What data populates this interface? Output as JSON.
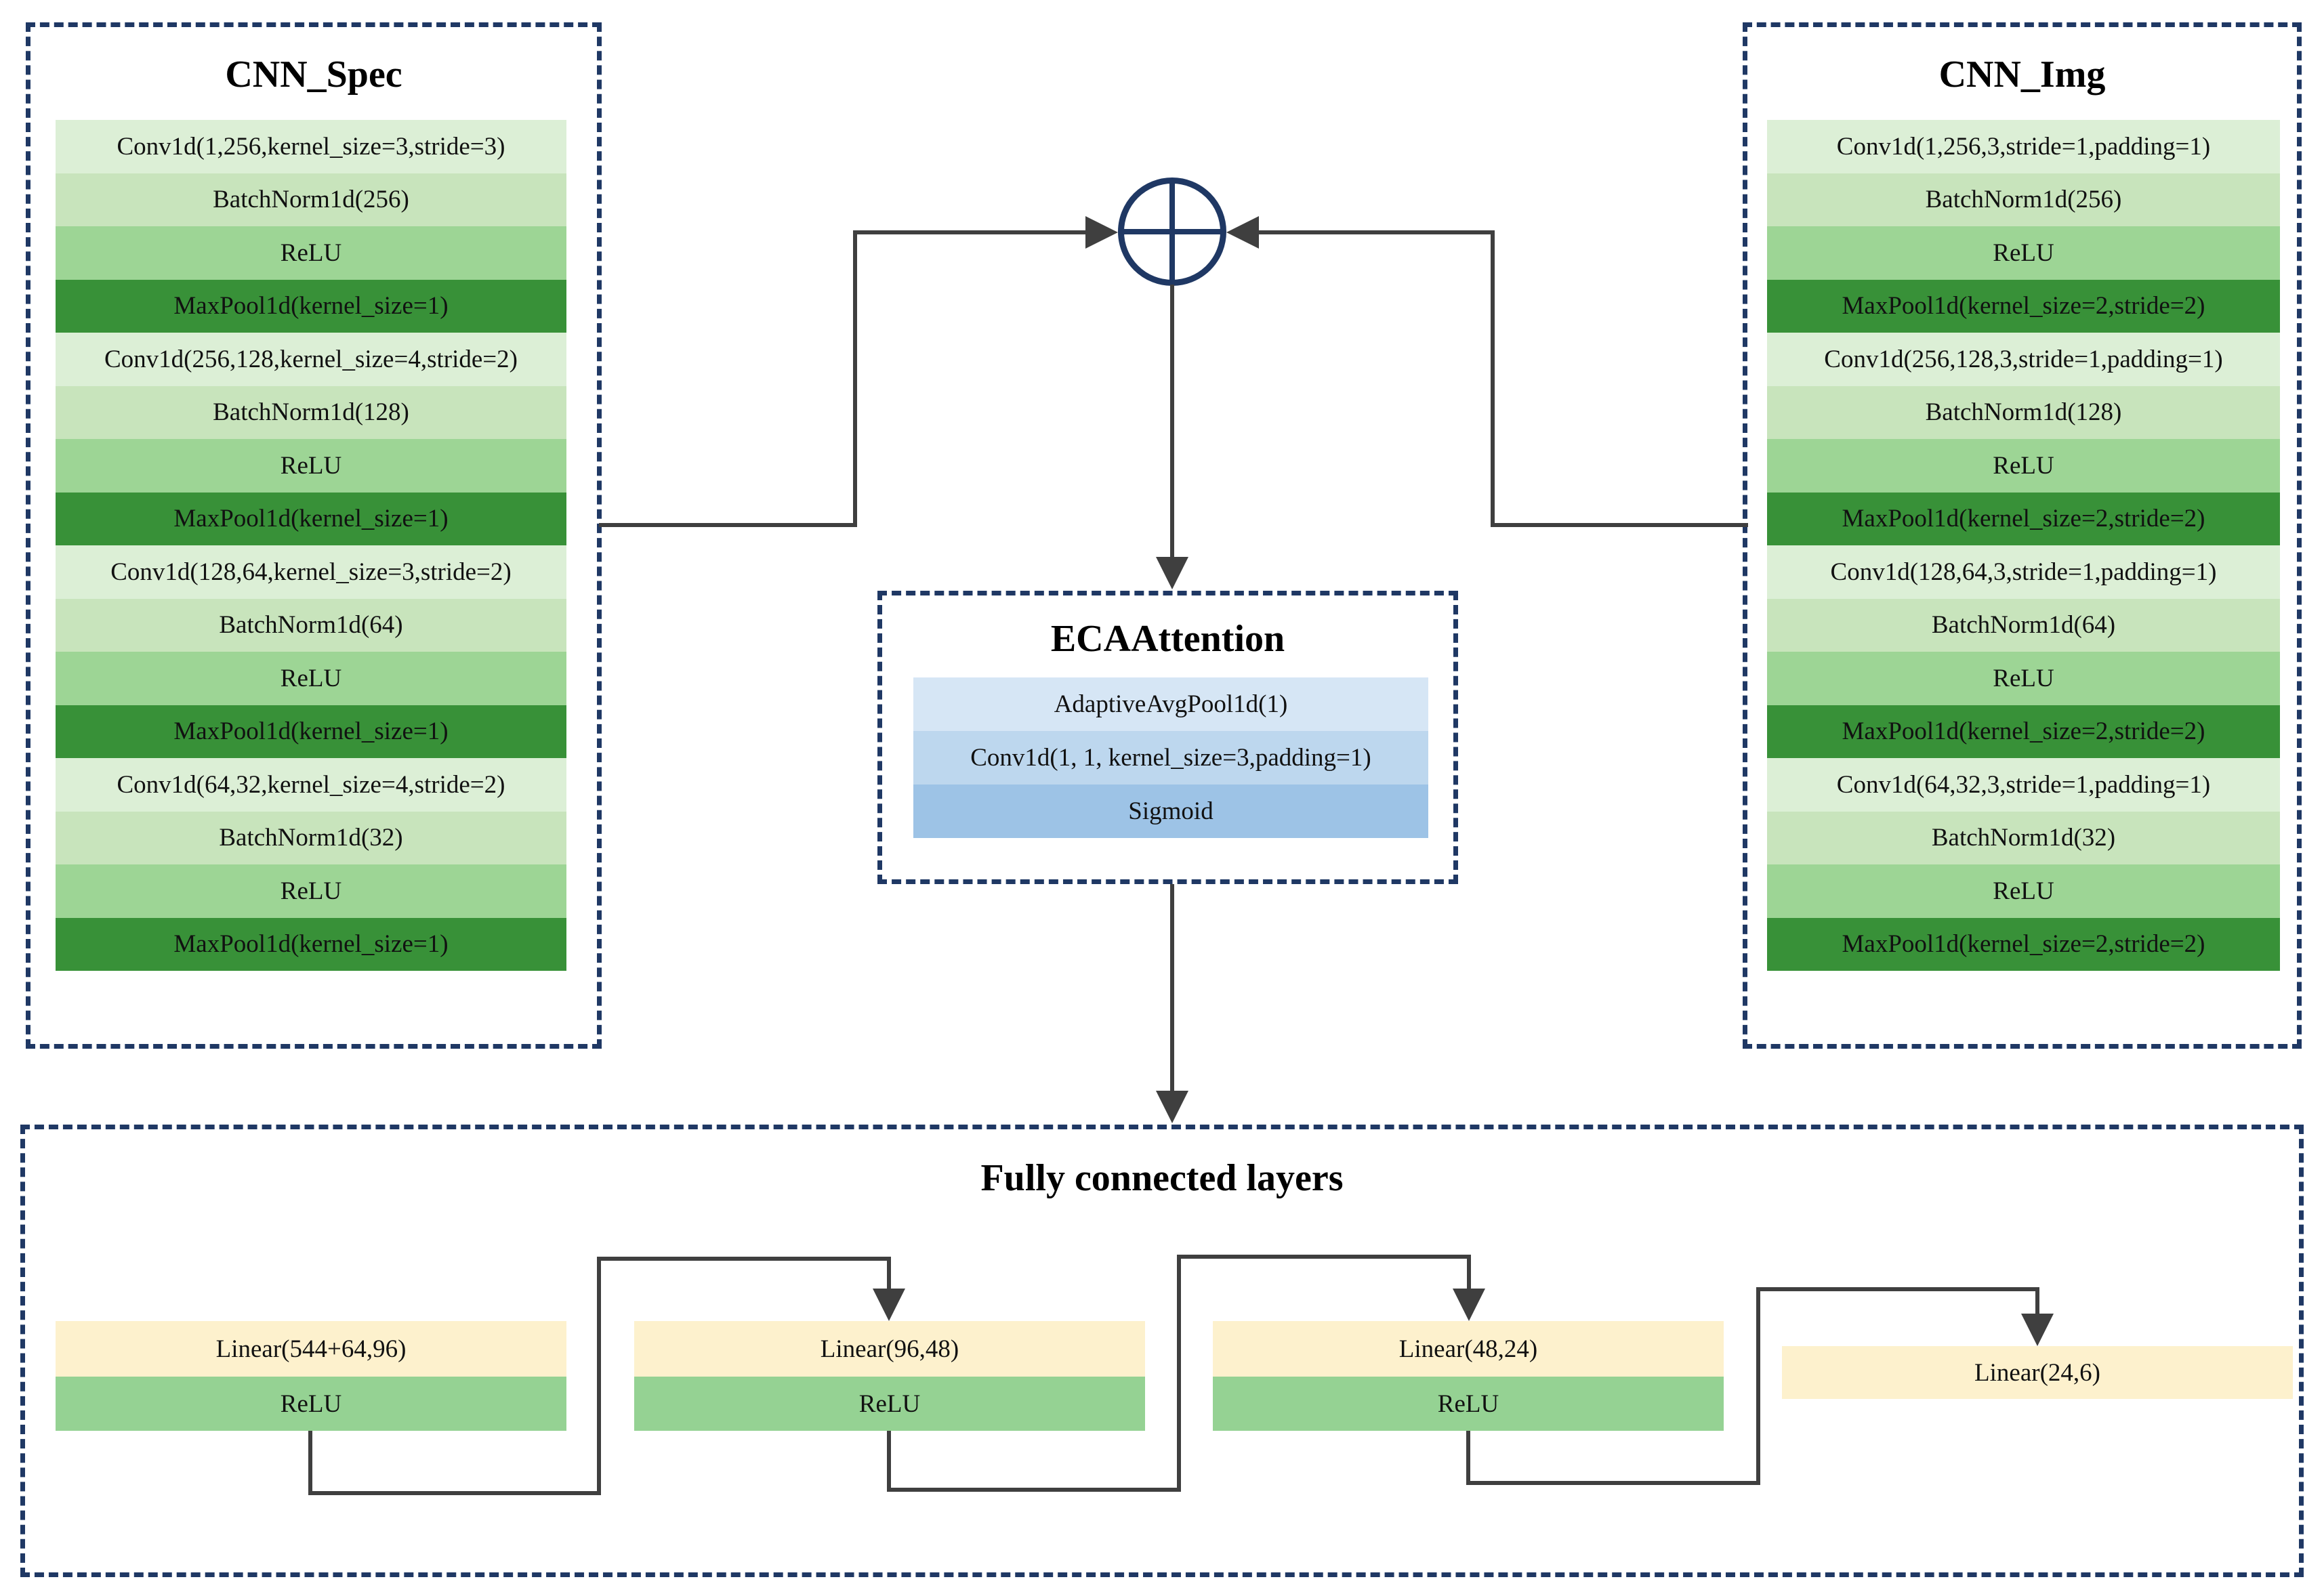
{
  "colors": {
    "border_navy": "#1f3864",
    "line": "#3f3f3f",
    "conv": "#dcefd6",
    "batchnorm": "#c8e4bc",
    "relu": "#9dd595",
    "maxpool": "#389138",
    "avgpool": "#d6e6f5",
    "conv_blue": "#bdd7ee",
    "sigmoid": "#9dc3e6",
    "linear": "#fdf1cd",
    "fc_relu": "#95d293"
  },
  "merge_icon": "circle-plus-merge",
  "cnn_spec": {
    "title": "CNN_Spec",
    "layers": [
      {
        "type": "conv",
        "label": "Conv1d(1,256,kernel_size=3,stride=3)"
      },
      {
        "type": "batchnorm",
        "label": "BatchNorm1d(256)"
      },
      {
        "type": "relu",
        "label": "ReLU"
      },
      {
        "type": "maxpool",
        "label": "MaxPool1d(kernel_size=1)"
      },
      {
        "type": "conv",
        "label": "Conv1d(256,128,kernel_size=4,stride=2)"
      },
      {
        "type": "batchnorm",
        "label": "BatchNorm1d(128)"
      },
      {
        "type": "relu",
        "label": "ReLU"
      },
      {
        "type": "maxpool",
        "label": "MaxPool1d(kernel_size=1)"
      },
      {
        "type": "conv",
        "label": "Conv1d(128,64,kernel_size=3,stride=2)"
      },
      {
        "type": "batchnorm",
        "label": "BatchNorm1d(64)"
      },
      {
        "type": "relu",
        "label": "ReLU"
      },
      {
        "type": "maxpool",
        "label": "MaxPool1d(kernel_size=1)"
      },
      {
        "type": "conv",
        "label": "Conv1d(64,32,kernel_size=4,stride=2)"
      },
      {
        "type": "batchnorm",
        "label": "BatchNorm1d(32)"
      },
      {
        "type": "relu",
        "label": "ReLU"
      },
      {
        "type": "maxpool",
        "label": "MaxPool1d(kernel_size=1)"
      }
    ]
  },
  "cnn_img": {
    "title": "CNN_Img",
    "layers": [
      {
        "type": "conv",
        "label": "Conv1d(1,256,3,stride=1,padding=1)"
      },
      {
        "type": "batchnorm",
        "label": "BatchNorm1d(256)"
      },
      {
        "type": "relu",
        "label": "ReLU"
      },
      {
        "type": "maxpool",
        "label": "MaxPool1d(kernel_size=2,stride=2)"
      },
      {
        "type": "conv",
        "label": "Conv1d(256,128,3,stride=1,padding=1)"
      },
      {
        "type": "batchnorm",
        "label": "BatchNorm1d(128)"
      },
      {
        "type": "relu",
        "label": "ReLU"
      },
      {
        "type": "maxpool",
        "label": "MaxPool1d(kernel_size=2,stride=2)"
      },
      {
        "type": "conv",
        "label": "Conv1d(128,64,3,stride=1,padding=1)"
      },
      {
        "type": "batchnorm",
        "label": "BatchNorm1d(64)"
      },
      {
        "type": "relu",
        "label": "ReLU"
      },
      {
        "type": "maxpool",
        "label": "MaxPool1d(kernel_size=2,stride=2)"
      },
      {
        "type": "conv",
        "label": "Conv1d(64,32,3,stride=1,padding=1)"
      },
      {
        "type": "batchnorm",
        "label": "BatchNorm1d(32)"
      },
      {
        "type": "relu",
        "label": "ReLU"
      },
      {
        "type": "maxpool",
        "label": "MaxPool1d(kernel_size=2,stride=2)"
      }
    ]
  },
  "eca": {
    "title": "ECAAttention",
    "layers": [
      {
        "type": "avgpool",
        "label": "AdaptiveAvgPool1d(1)"
      },
      {
        "type": "convblue",
        "label": "Conv1d(1, 1, kernel_size=3,padding=1)"
      },
      {
        "type": "sigmoid",
        "label": "Sigmoid"
      }
    ]
  },
  "fc": {
    "title": "Fully connected layers",
    "blocks": [
      {
        "linear": "Linear(544+64,96)",
        "relu": "ReLU"
      },
      {
        "linear": "Linear(96,48)",
        "relu": "ReLU"
      },
      {
        "linear": "Linear(48,24)",
        "relu": "ReLU"
      },
      {
        "linear": "Linear(24,6)"
      }
    ]
  }
}
